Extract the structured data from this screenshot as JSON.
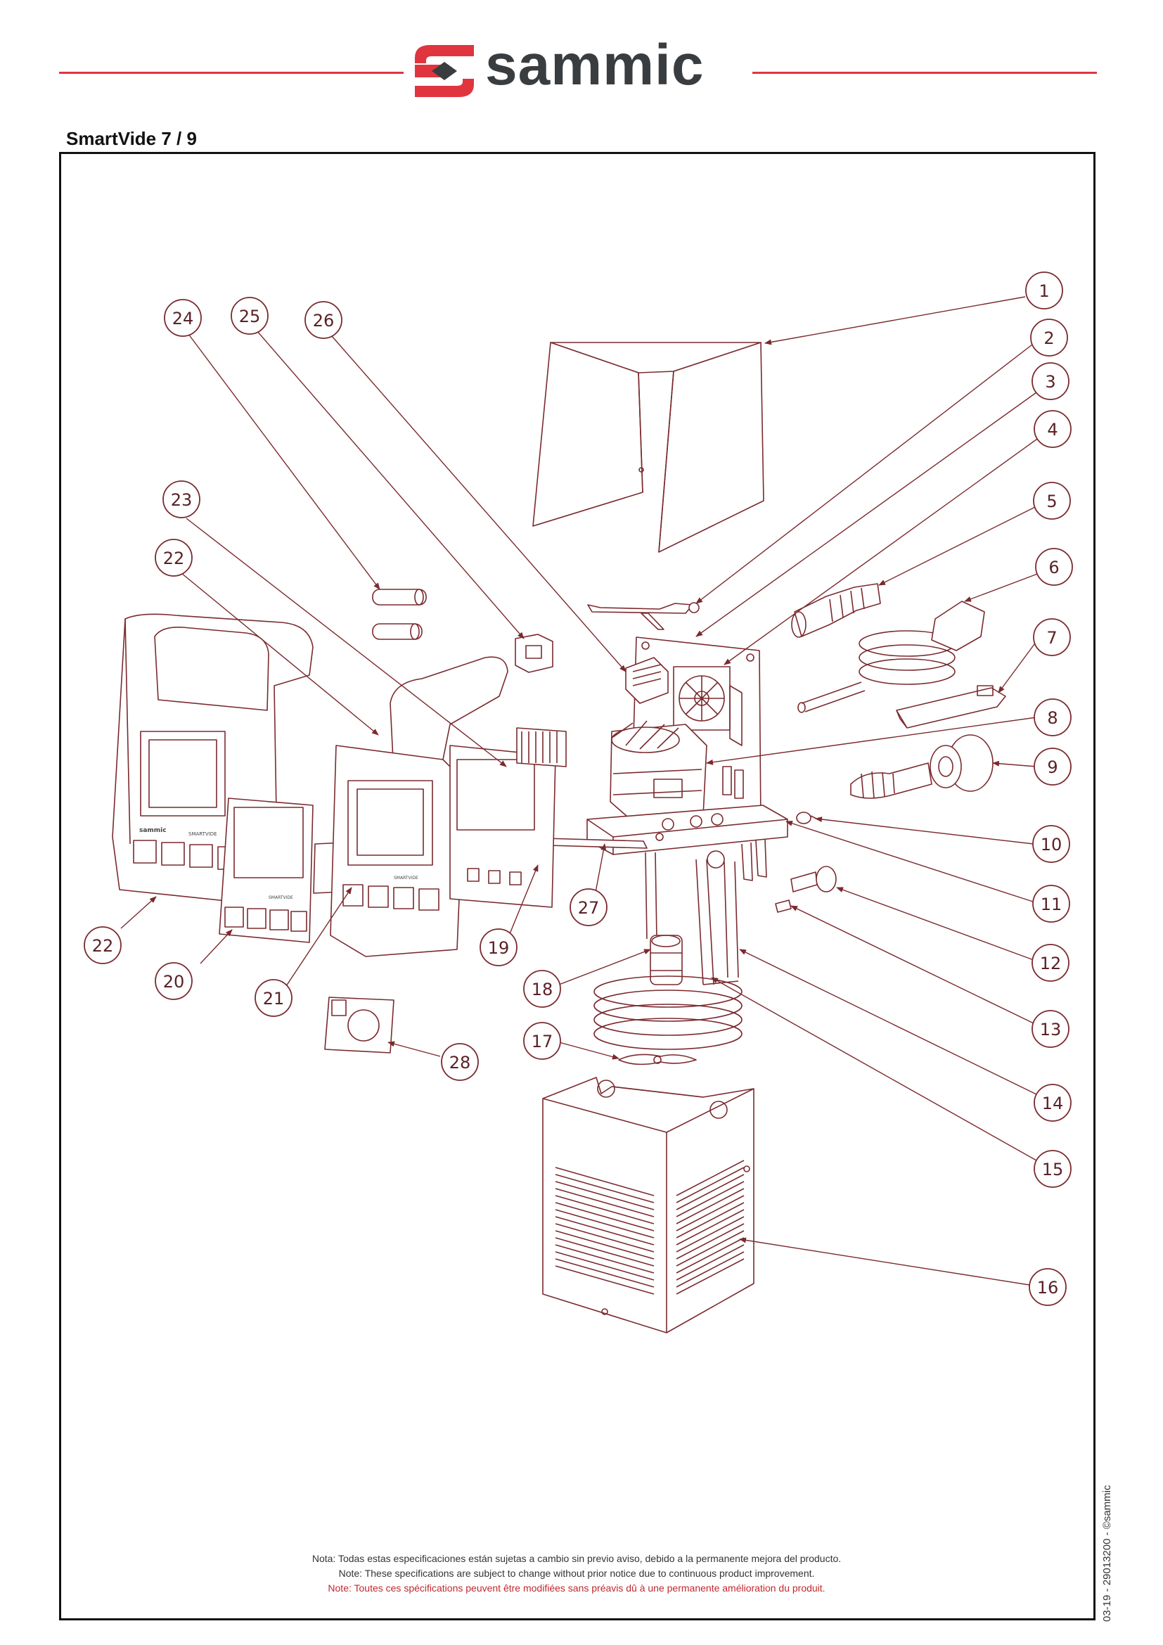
{
  "header": {
    "brand": "sammic",
    "brand_color": "#e0353f",
    "text_color": "#3a3d40"
  },
  "title": "SmartVide 7 / 9",
  "diagram": {
    "line_color": "#7a2a2e",
    "callouts": [
      "1",
      "2",
      "3",
      "4",
      "5",
      "6",
      "7",
      "8",
      "9",
      "10",
      "11",
      "12",
      "13",
      "14",
      "15",
      "16",
      "17",
      "18",
      "19",
      "20",
      "21",
      "22",
      "22",
      "23",
      "24",
      "25",
      "26",
      "27",
      "28"
    ],
    "display_brand": "sammic",
    "display_model": "SMARTVIDE"
  },
  "notes": {
    "es": "Nota: Todas estas especificaciones están sujetas a cambio sin previo aviso, debido a la permanente mejora del producto.",
    "en": "Note: These specifications are subject to change without prior notice due to continuous product improvement.",
    "fr": "Note: Toutes ces spécifications peuvent être modifiées sans préavis dû à une permanente amélioration du produit."
  },
  "side_code": "03-19 - 29013200 - ©sammic"
}
